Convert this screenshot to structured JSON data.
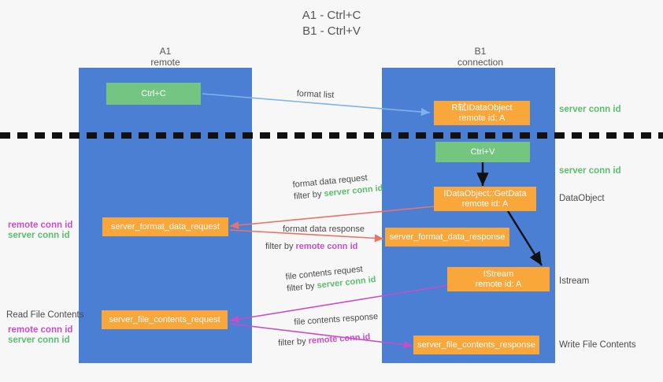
{
  "title": {
    "line1": "A1 - Ctrl+C",
    "line2": "B1 - Ctrl+V"
  },
  "columns": [
    {
      "name": "A1",
      "sub": "remote"
    },
    {
      "name": "B1",
      "sub": "connection"
    }
  ],
  "nodes": {
    "ctrl_c": {
      "line1": "Ctrl+C",
      "line2": ""
    },
    "ole_data_object": {
      "line1": "R轼IDataObject",
      "line2": "remote id: A"
    },
    "ctrl_v": {
      "line1": "Ctrl+V",
      "line2": ""
    },
    "get_data": {
      "line1": "IDataObject::GetData",
      "line2": "remote id: A"
    },
    "server_format_data_request": {
      "line1": "server_format_data_request",
      "line2": ""
    },
    "server_format_data_response": {
      "line1": "server_format_data_response",
      "line2": ""
    },
    "istream": {
      "line1": "IStream",
      "line2": "remote id: A"
    },
    "server_file_contents_request": {
      "line1": "server_file_contents_request",
      "line2": ""
    },
    "server_file_contents_response": {
      "line1": "server_file_contents_response",
      "line2": ""
    }
  },
  "right_labels": {
    "server_conn_id_top": "server conn id",
    "server_conn_id_second": "server conn id",
    "data_object": "DataObject",
    "istream": "Istream",
    "write_file_contents": "Write File Contents"
  },
  "left_labels": {
    "remote_conn_id_upper": "remote conn id",
    "server_conn_id_upper": "server conn id",
    "read_file_contents": "Read File Contents",
    "remote_conn_id_lower": "remote conn id",
    "server_conn_id_lower": "server conn id"
  },
  "annotations": {
    "format_list": "format list",
    "format_data_request": "format data request",
    "format_data_request_filter_prefix": "filter by ",
    "format_data_request_filter_value": "server conn id",
    "format_data_response": "format data response",
    "format_data_response_filter_prefix": "filter by ",
    "format_data_response_filter_value": "remote conn id",
    "file_contents_request": "file contents request",
    "file_contents_request_filter_prefix": "filter by ",
    "file_contents_request_filter_value": "server conn id",
    "file_contents_response": "file contents response",
    "file_contents_response_filter_prefix": "filter by ",
    "file_contents_response_filter_value": "remote conn id"
  },
  "colors": {
    "lane": "#4a7fd4",
    "green_node": "#74c582",
    "orange_node": "#f9a63a",
    "server_conn": "#5bbd6e",
    "remote_conn": "#c64fc6",
    "arrow_light_blue": "#7fb4e8",
    "arrow_red": "#e8736b",
    "arrow_magenta": "#c64fc6",
    "arrow_black": "#111111"
  }
}
